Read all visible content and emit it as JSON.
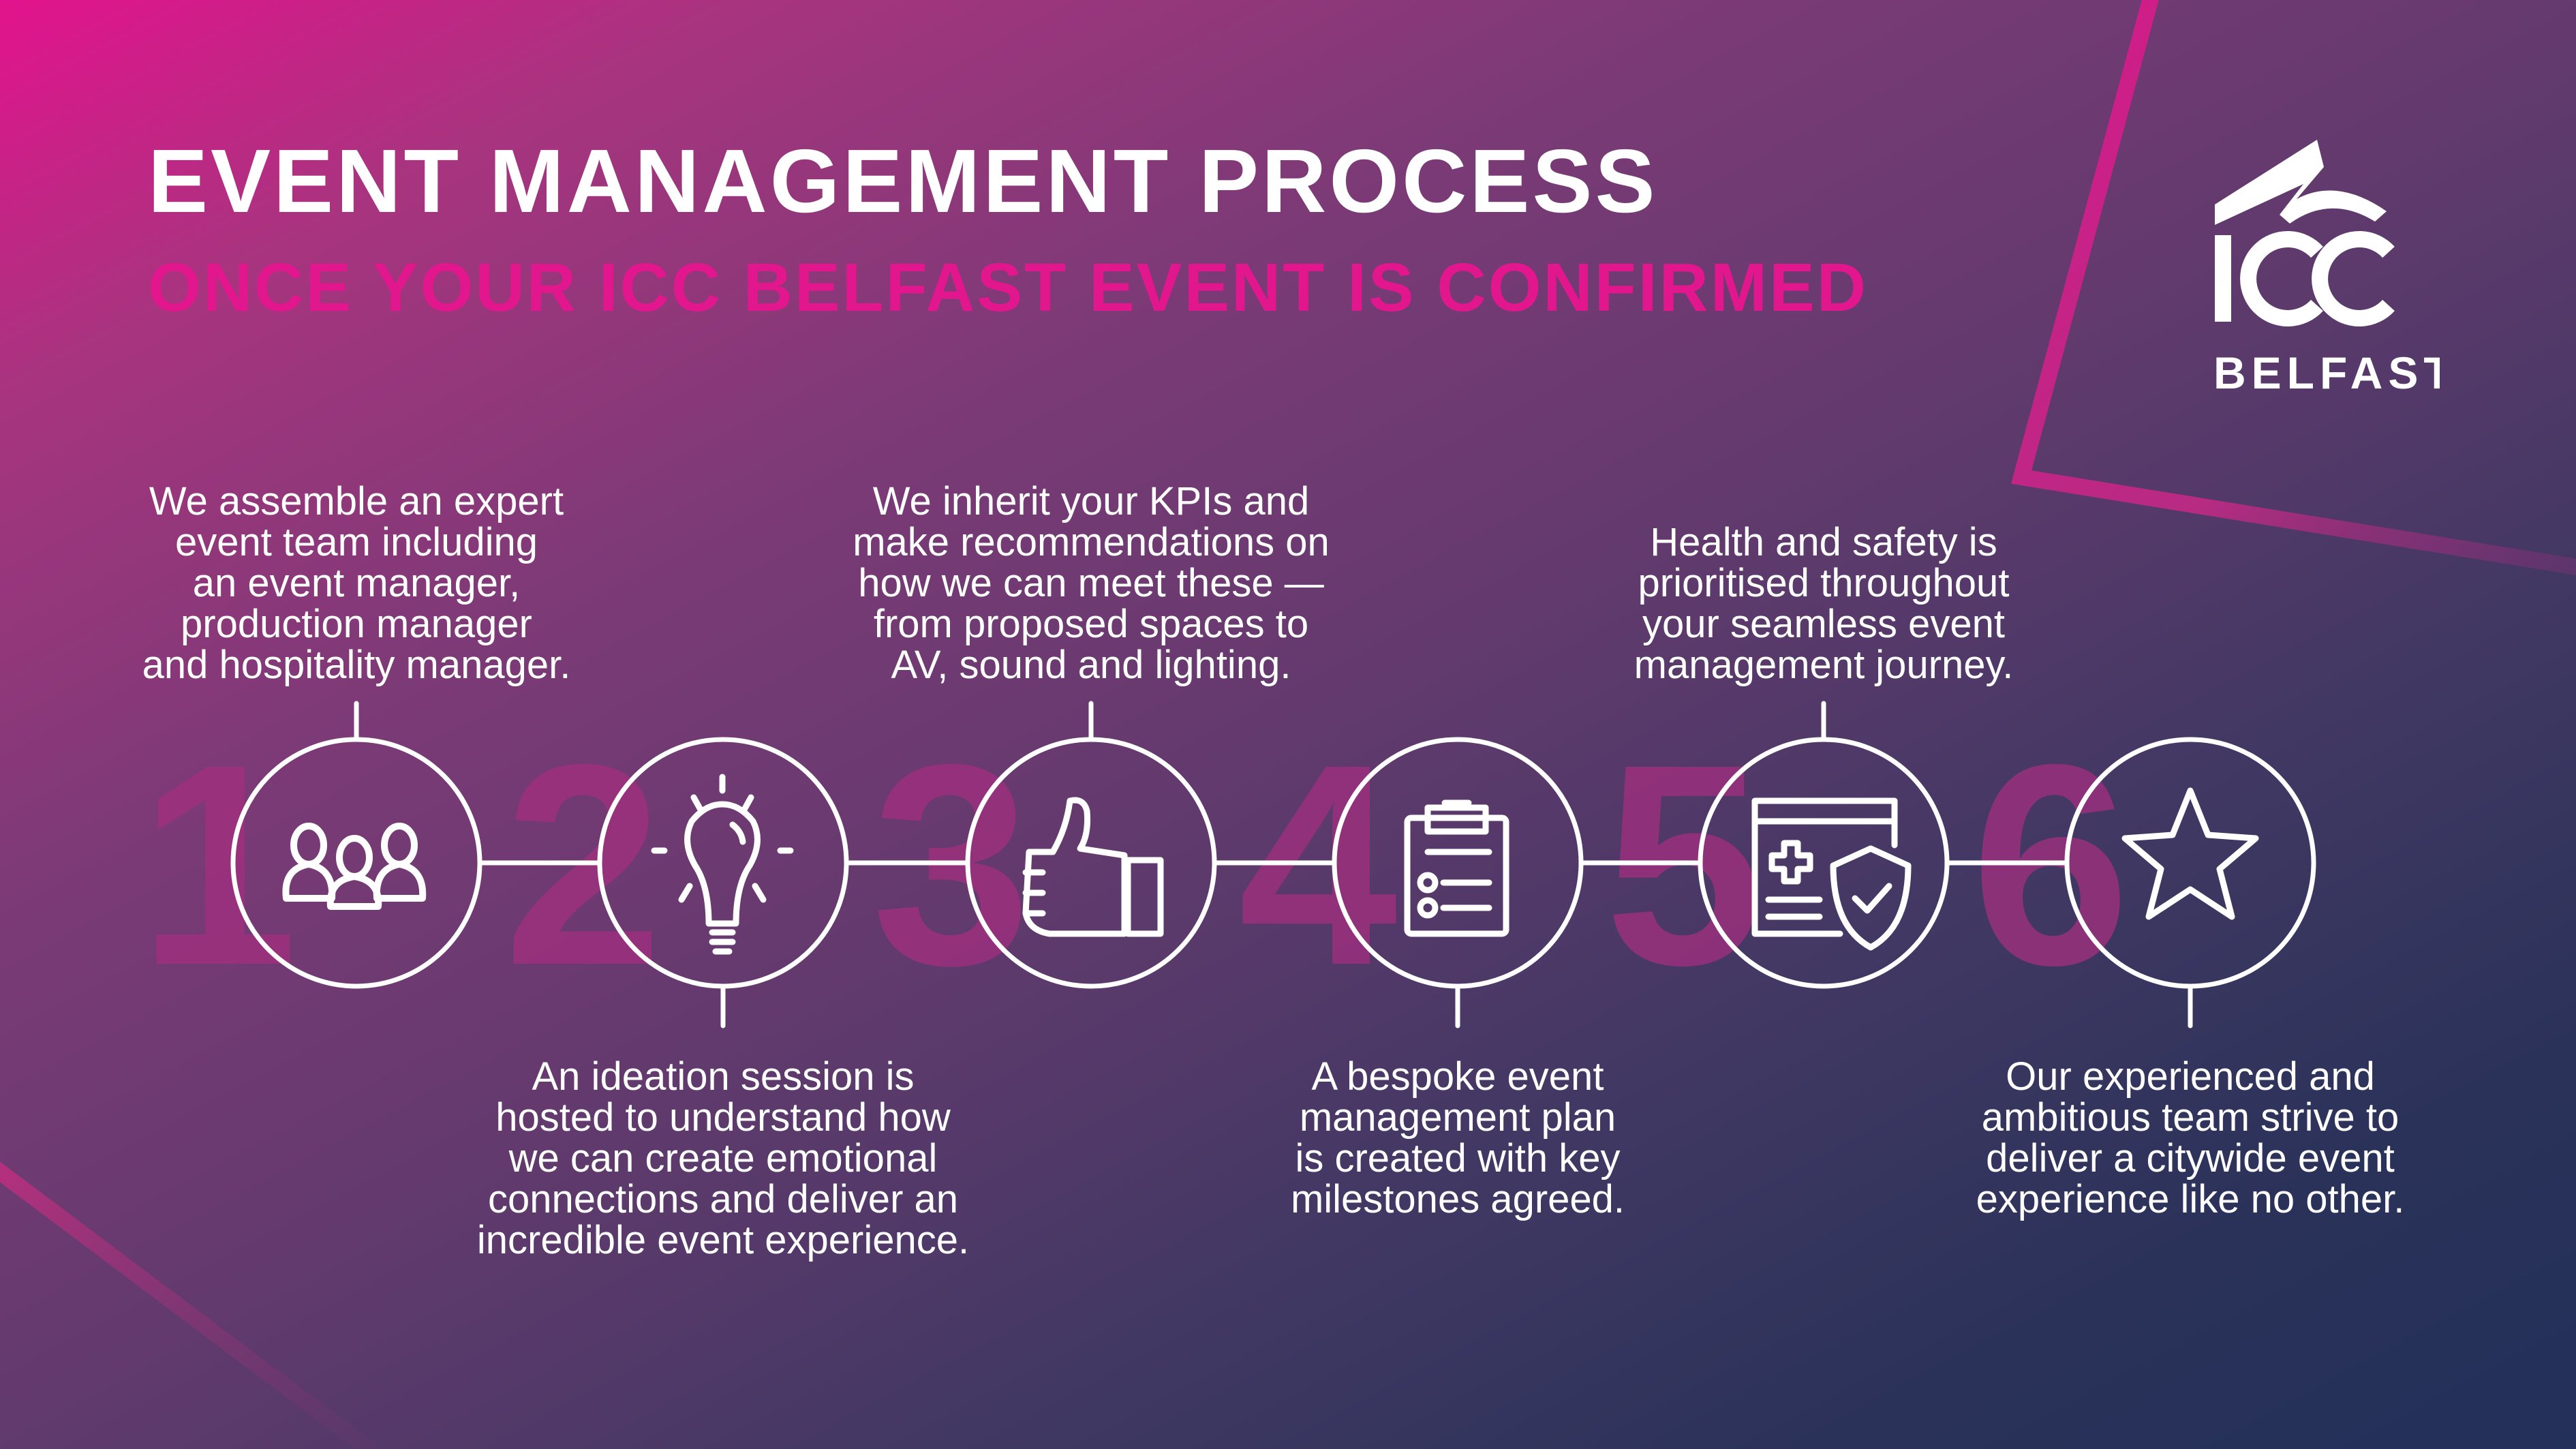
{
  "header": {
    "title": "EVENT MANAGEMENT PROCESS",
    "subtitle": "ONCE YOUR ICC BELFAST EVENT IS CONFIRMED"
  },
  "logo": {
    "text": "ICC BELFAST"
  },
  "colors": {
    "accent": "#e2168d",
    "number": "#a42f80",
    "navy": "#23305a"
  },
  "steps": [
    {
      "number": "1",
      "icon": "team-icon",
      "text": "We assemble an expert\nevent team including\nan event manager,\nproduction manager\nand hospitality manager."
    },
    {
      "number": "2",
      "icon": "lightbulb-icon",
      "text": "An ideation session is\nhosted to understand how\nwe can create emotional\nconnections and deliver an\nincredible event experience."
    },
    {
      "number": "3",
      "icon": "thumbs-up-icon",
      "text": "We inherit your KPIs and\nmake recommendations on\nhow we can meet these —\nfrom proposed spaces to\nAV, sound and lighting."
    },
    {
      "number": "4",
      "icon": "clipboard-checklist-icon",
      "text": "A bespoke event\nmanagement plan\nis created with key\nmilestones agreed."
    },
    {
      "number": "5",
      "icon": "health-safety-icon",
      "text": "Health and safety is\nprioritised throughout\nyour seamless event\nmanagement journey."
    },
    {
      "number": "6",
      "icon": "star-icon",
      "text": "Our experienced and\nambitious team strive to\ndeliver a citywide event\nexperience like no other."
    }
  ]
}
